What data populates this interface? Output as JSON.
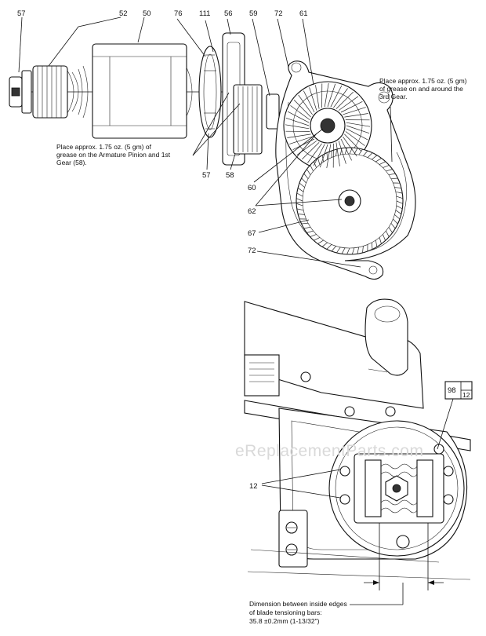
{
  "callouts": {
    "c57a": "57",
    "c52": "52",
    "c50": "50",
    "c76": "76",
    "c111": "111",
    "c56": "56",
    "c59": "59",
    "c72a": "72",
    "c61": "61",
    "c57b": "57",
    "c58": "58",
    "c60": "60",
    "c62": "62",
    "c67": "67",
    "c72b": "72",
    "c12": "12",
    "c98": "98",
    "c98sub": "12"
  },
  "notes": {
    "grease_gear3": [
      "Place approx. 1.75 oz. (5 gm)",
      "of grease on and around the",
      "3rd Gear."
    ],
    "grease_pinion": [
      "Place approx. 1.75 oz. (5 gm) of",
      "grease on the Armature Pinion and 1st",
      "Gear (58)."
    ],
    "dimension": [
      "Dimension between inside edges",
      "of blade tensioning bars:",
      "35.8 ±0.2mm (1-13/32\")"
    ]
  },
  "watermark": "eReplacementParts.com"
}
